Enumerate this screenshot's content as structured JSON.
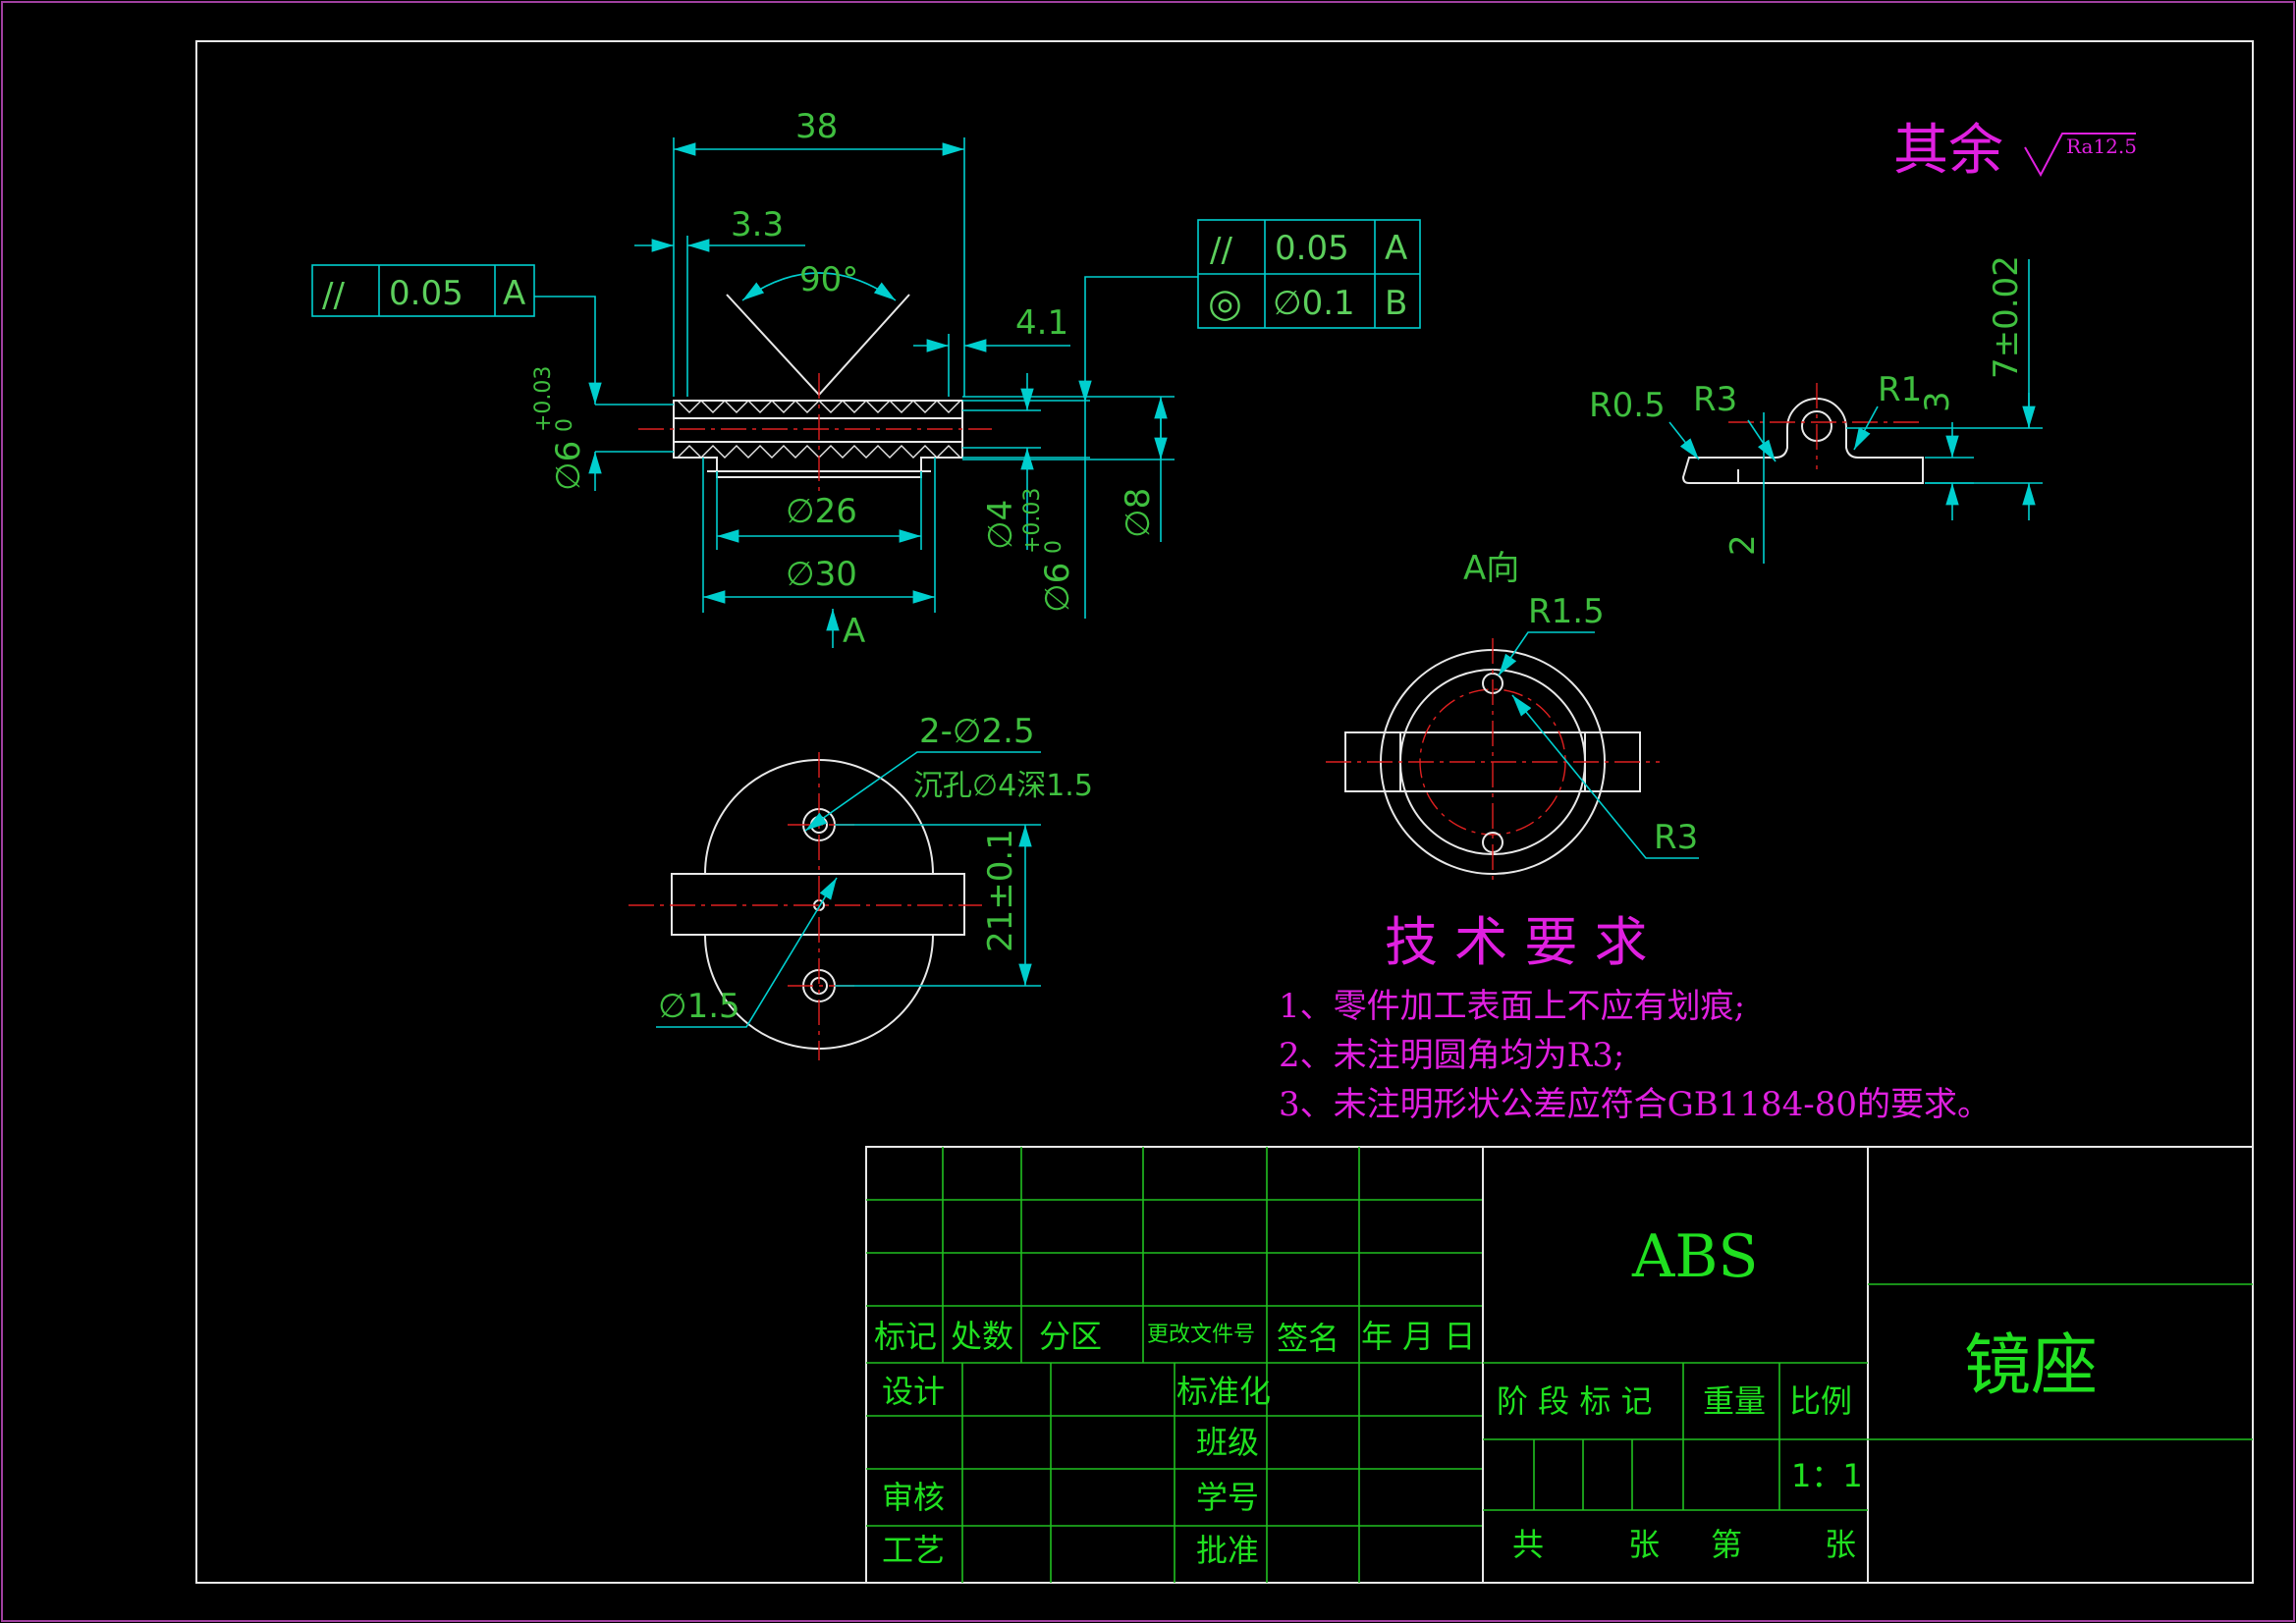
{
  "surface_finish": {
    "label": "其余",
    "value": "Ra12.5"
  },
  "tolerance_frames": {
    "left": {
      "symbol": "//",
      "value": "0.05",
      "datum": "A"
    },
    "right_row1": {
      "symbol": "//",
      "value": "0.05",
      "datum": "A"
    },
    "right_row2": {
      "symbol": "◎",
      "value": "∅0.1",
      "datum": "B"
    }
  },
  "front_view": {
    "dim_38": "38",
    "dim_3_3": "3.3",
    "dim_angle": "90°",
    "dim_4_1": "4.1",
    "dim_phi6_left": "∅6",
    "dim_phi6_left_tol_upper": "+0.03",
    "dim_phi6_left_tol_lower": "0",
    "dim_phi26": "∅26",
    "dim_phi30": "∅30",
    "dim_phi4": "∅4",
    "dim_phi6_right": "∅6",
    "dim_phi6_right_tol_upper": "+0.03",
    "dim_phi6_right_tol_lower": "0",
    "dim_phi8": "∅8",
    "view_arrow_label": "A"
  },
  "side_view": {
    "r0_5": "R0.5",
    "r3": "R3",
    "r1": "R1",
    "dim_3": "3",
    "dim_2": "2",
    "dim_7": "7±0.02"
  },
  "top_view": {
    "holes": "2-∅2.5",
    "counterbore": "沉孔∅4深1.5",
    "dim_21": "21±0.1",
    "dim_phi1_5": "∅1.5"
  },
  "view_a": {
    "title": "A向",
    "r1_5": "R1.5",
    "r3": "R3"
  },
  "tech_requirements": {
    "title": "技 术 要 求",
    "items": [
      "1、零件加工表面上不应有划痕;",
      "2、未注明圆角均为R3;",
      "3、未注明形状公差应符合GB1184-80的要求。"
    ]
  },
  "title_block": {
    "material": "ABS",
    "part_name": "镜座",
    "header_cells": [
      "标记",
      "处数",
      "分区",
      "更改文件号",
      "签名",
      "年 月 日"
    ],
    "left_labels": [
      "设计",
      "审核",
      "工艺"
    ],
    "mid_labels": [
      "标准化",
      "班级",
      "学号",
      "批准"
    ],
    "stage_labels": [
      "阶 段 标 记",
      "重量",
      "比例"
    ],
    "scale": "1：1",
    "sheet_labels": [
      "共",
      "张",
      "第",
      "张"
    ]
  },
  "colors": {
    "background": "#000000",
    "border": "#e8e8e8",
    "dimension": "#00cfcf",
    "dim_text": "#3fbf3f",
    "centerline": "#e02020",
    "annotation": "#e020e0",
    "title_block_line": "#20c020",
    "title_block_text": "#20e020"
  }
}
